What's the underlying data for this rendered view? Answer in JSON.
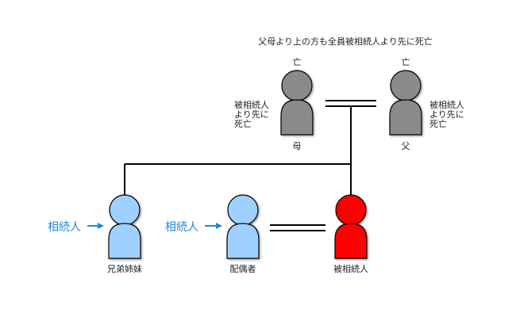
{
  "header_note": "父母より上の方も全員被相続人より先に死亡",
  "mother": {
    "name": "母",
    "status": "亡",
    "note_lines": [
      "被相続人",
      "より先に",
      "死亡"
    ]
  },
  "father": {
    "name": "父",
    "status": "亡",
    "note_lines": [
      "被相続人",
      "より先に",
      "死亡"
    ]
  },
  "sibling": {
    "name": "兄弟姉妹",
    "tag": "相続人"
  },
  "spouse": {
    "name": "配偶者",
    "tag": "相続人"
  },
  "deceased": {
    "name": "被相続人"
  },
  "colors": {
    "deceased_parent": "#8a8a8a",
    "heir": "#9fd0ff",
    "decedent": "#ff0000",
    "tag_text": "#1e88e5",
    "line": "#000000"
  }
}
